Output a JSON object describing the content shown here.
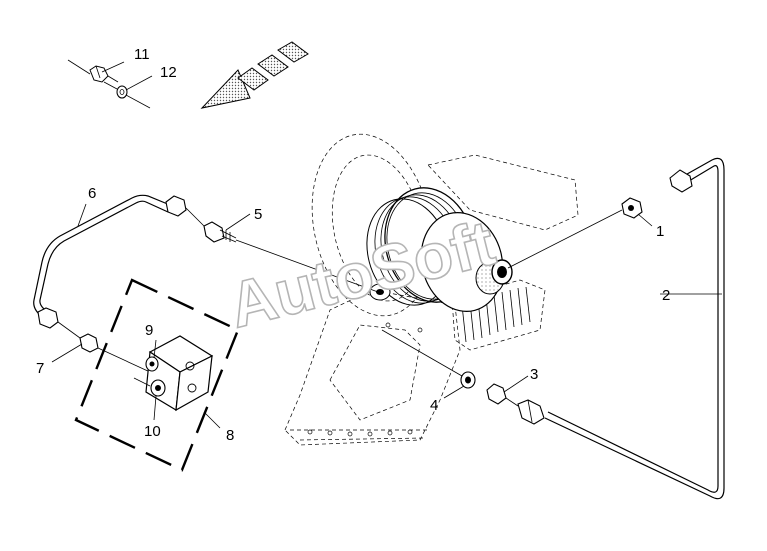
{
  "watermark": "AutoSoft",
  "callouts": {
    "c1": "1",
    "c2": "2",
    "c3": "3",
    "c4": "4",
    "c5": "5",
    "c6": "6",
    "c7": "7",
    "c8": "8",
    "c9": "9",
    "c10": "10",
    "c11": "11",
    "c12": "12"
  }
}
